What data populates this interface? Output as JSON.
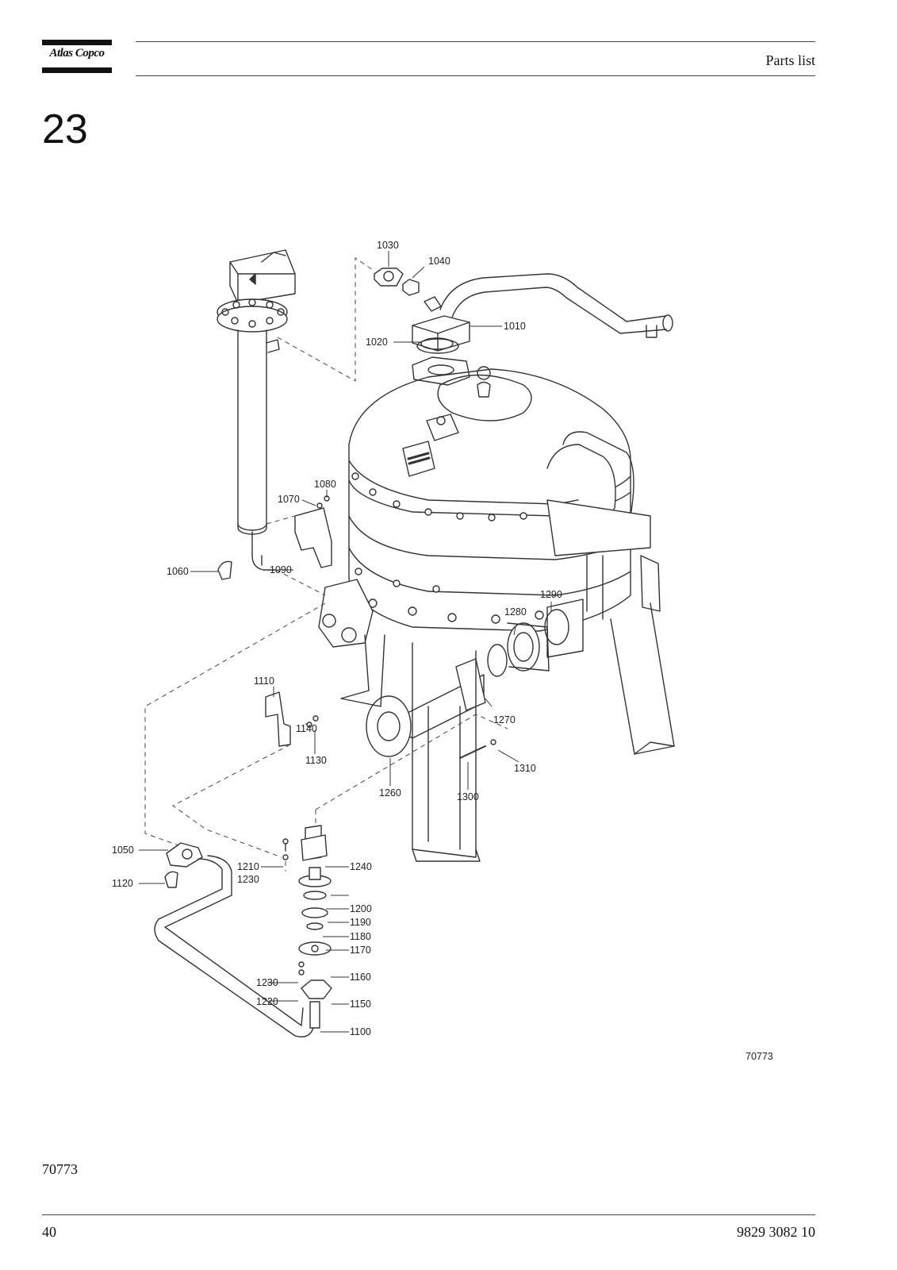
{
  "header": {
    "brand": "Atlas Copco",
    "section_title": "Parts list"
  },
  "figure": {
    "number": "23",
    "drawing_id": "70773",
    "callouts": [
      "1010",
      "1020",
      "1030",
      "1040",
      "1050",
      "1060",
      "1070",
      "1080",
      "1090",
      "1100",
      "1110",
      "1120",
      "1130",
      "1140",
      "1150",
      "1160",
      "1170",
      "1180",
      "1190",
      "1200",
      "1210",
      "1220",
      "1230",
      "1230",
      "1240",
      "1260",
      "1270",
      "1280",
      "1290",
      "1300",
      "1310"
    ]
  },
  "footer": {
    "figure_id": "70773",
    "page_number": "40",
    "document_number": "9829 3082 10"
  }
}
